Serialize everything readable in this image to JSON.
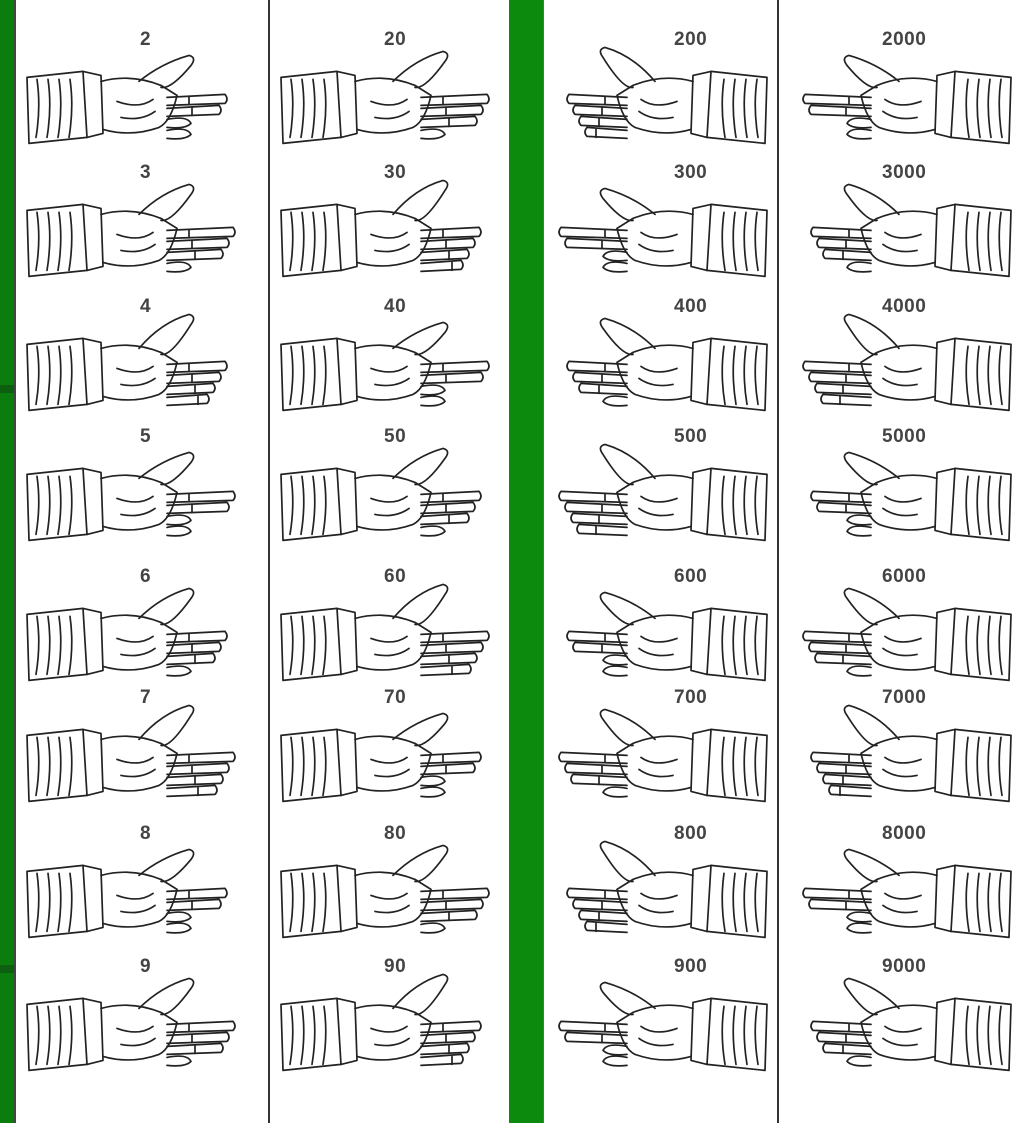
{
  "background_color": "#0a7d0c",
  "panel_color": "#ffffff",
  "columns": [
    {
      "id": "units",
      "numbers": [
        "2",
        "3",
        "4",
        "5",
        "6",
        "7",
        "8",
        "9"
      ]
    },
    {
      "id": "tens",
      "numbers": [
        "20",
        "30",
        "40",
        "50",
        "60",
        "70",
        "80",
        "90"
      ]
    },
    {
      "id": "hundreds",
      "numbers": [
        "200",
        "300",
        "400",
        "500",
        "600",
        "700",
        "800",
        "900"
      ]
    },
    {
      "id": "thousands",
      "numbers": [
        "2000",
        "3000",
        "4000",
        "5000",
        "6000",
        "7000",
        "8000",
        "9000"
      ]
    }
  ],
  "hand_icon": "pointing-hand-sketch"
}
